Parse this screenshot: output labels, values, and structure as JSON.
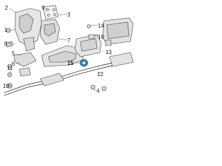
{
  "colors": {
    "line": "#3a3a3a",
    "part_fill": "#d9d9d9",
    "highlight": "#2f86c9",
    "text": "#222222"
  },
  "callouts": {
    "c2": "2",
    "c1": "1",
    "c8": "8",
    "c9": "9",
    "c3": "3",
    "c14": "14",
    "c16": "16",
    "c7": "7",
    "c5": "5",
    "c13": "13",
    "c6": "6",
    "c11": "11",
    "c15": "15",
    "c12": "12",
    "c10": "10",
    "c4": "4"
  },
  "highlighted_part": "15"
}
